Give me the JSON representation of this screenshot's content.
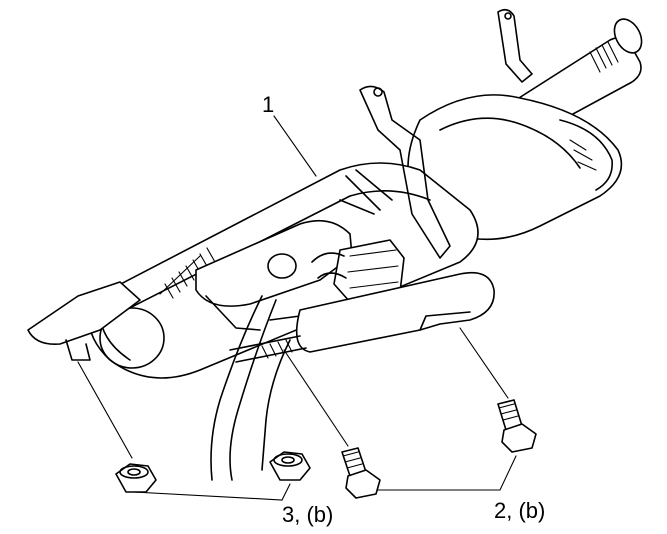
{
  "labels": {
    "part1": "1",
    "part2": "2, (b)",
    "part3": "3, (b)"
  },
  "colors": {
    "line": "#000000",
    "background": "#ffffff"
  }
}
